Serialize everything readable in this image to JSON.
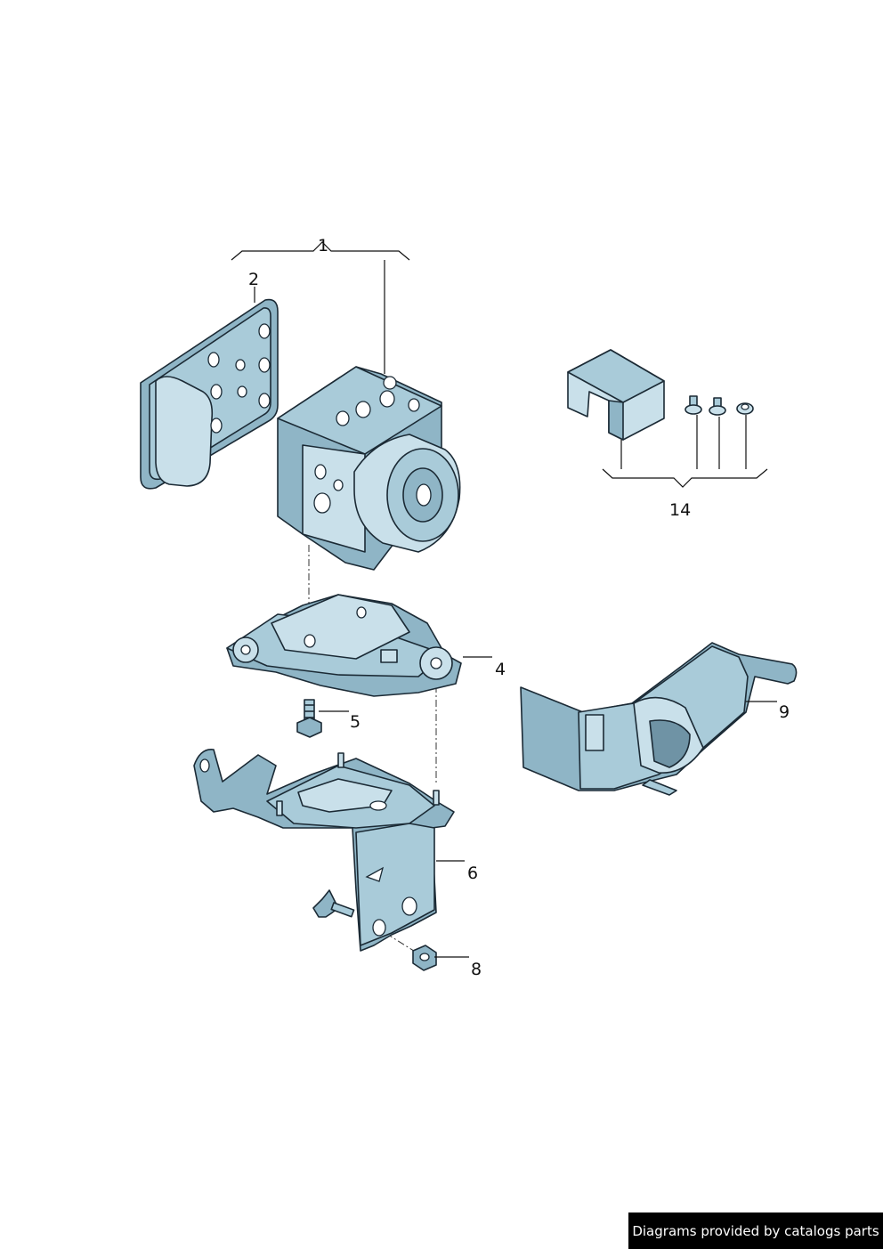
{
  "callouts": {
    "c1": "1",
    "c2": "2",
    "c4": "4",
    "c5": "5",
    "c6": "6",
    "c8": "8",
    "c9": "9",
    "c14": "14"
  },
  "credit": "Diagrams provided by catalogs parts",
  "colors": {
    "part_fill": "#a9cbd9",
    "part_shadow": "#8fb5c6",
    "outline": "#1b2a35"
  }
}
